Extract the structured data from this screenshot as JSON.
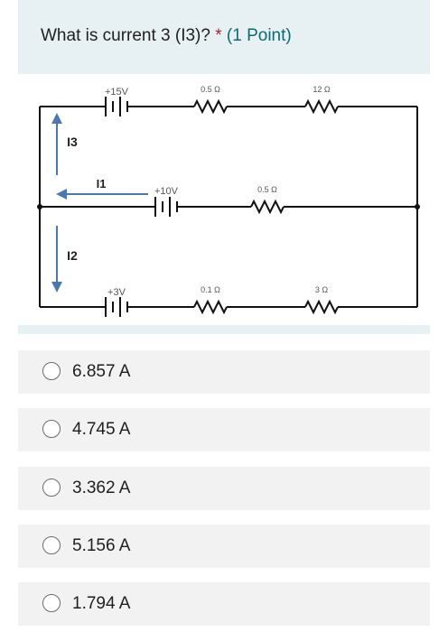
{
  "question": {
    "text": "What is current 3 (I3)?",
    "required_mark": "*",
    "points": "(1 Point)"
  },
  "circuit": {
    "voltages": {
      "top": "+15V",
      "middle": "+10V",
      "bottom": "+3V"
    },
    "resistors": {
      "top_1": "0.5 Ω",
      "top_2": "12 Ω",
      "middle_1": "0.5 Ω",
      "bottom_1": "0.1 Ω",
      "bottom_2": "3 Ω"
    },
    "currents": {
      "i1": "I1",
      "i2": "I2",
      "i3": "I3"
    },
    "colors": {
      "arrow": "#4a78b3",
      "wire": "#111111"
    }
  },
  "options": [
    {
      "label": "6.857 A"
    },
    {
      "label": "4.745 A"
    },
    {
      "label": "3.362 A"
    },
    {
      "label": "5.156 A"
    },
    {
      "label": "1.794 A"
    }
  ]
}
